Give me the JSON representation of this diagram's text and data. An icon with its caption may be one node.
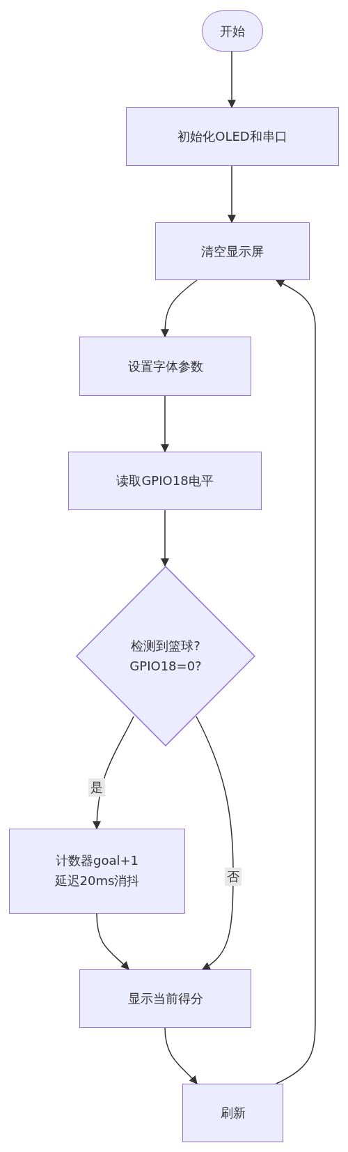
{
  "diagram": {
    "nodes": [
      {
        "text": [
          "开始"
        ]
      },
      {
        "text": [
          "初始化OLED和串口"
        ]
      },
      {
        "text": [
          "清空显示屏"
        ]
      },
      {
        "text": [
          "设置字体参数"
        ]
      },
      {
        "text": [
          "读取GPIO18电平"
        ]
      },
      {
        "text": [
          "检测到篮球? GPIO18=0?"
        ]
      },
      {
        "text": [
          "计数器goal+1 延迟20ms消抖"
        ]
      },
      {
        "text": [
          "显示当前得分"
        ]
      },
      {
        "text": [
          "刷新"
        ]
      }
    ],
    "edges": [
      {
        "from": 0,
        "to": 1,
        "arrow": "to"
      },
      {
        "from": 1,
        "to": 2,
        "arrow": "to"
      },
      {
        "from": 2,
        "to": 3,
        "arrow": "to"
      },
      {
        "from": 3,
        "to": 4,
        "arrow": "to"
      },
      {
        "from": 4,
        "to": 5,
        "arrow": "to"
      },
      {
        "from": 5,
        "to": 6,
        "arrow": "to",
        "label": "是"
      },
      {
        "from": 5,
        "to": 7,
        "arrow": "to",
        "label": "否"
      },
      {
        "from": 6,
        "to": 7,
        "arrow": "to"
      },
      {
        "from": 7,
        "to": 8,
        "arrow": "to"
      },
      {
        "from": 8,
        "to": 2,
        "arrow": "to"
      }
    ]
  }
}
